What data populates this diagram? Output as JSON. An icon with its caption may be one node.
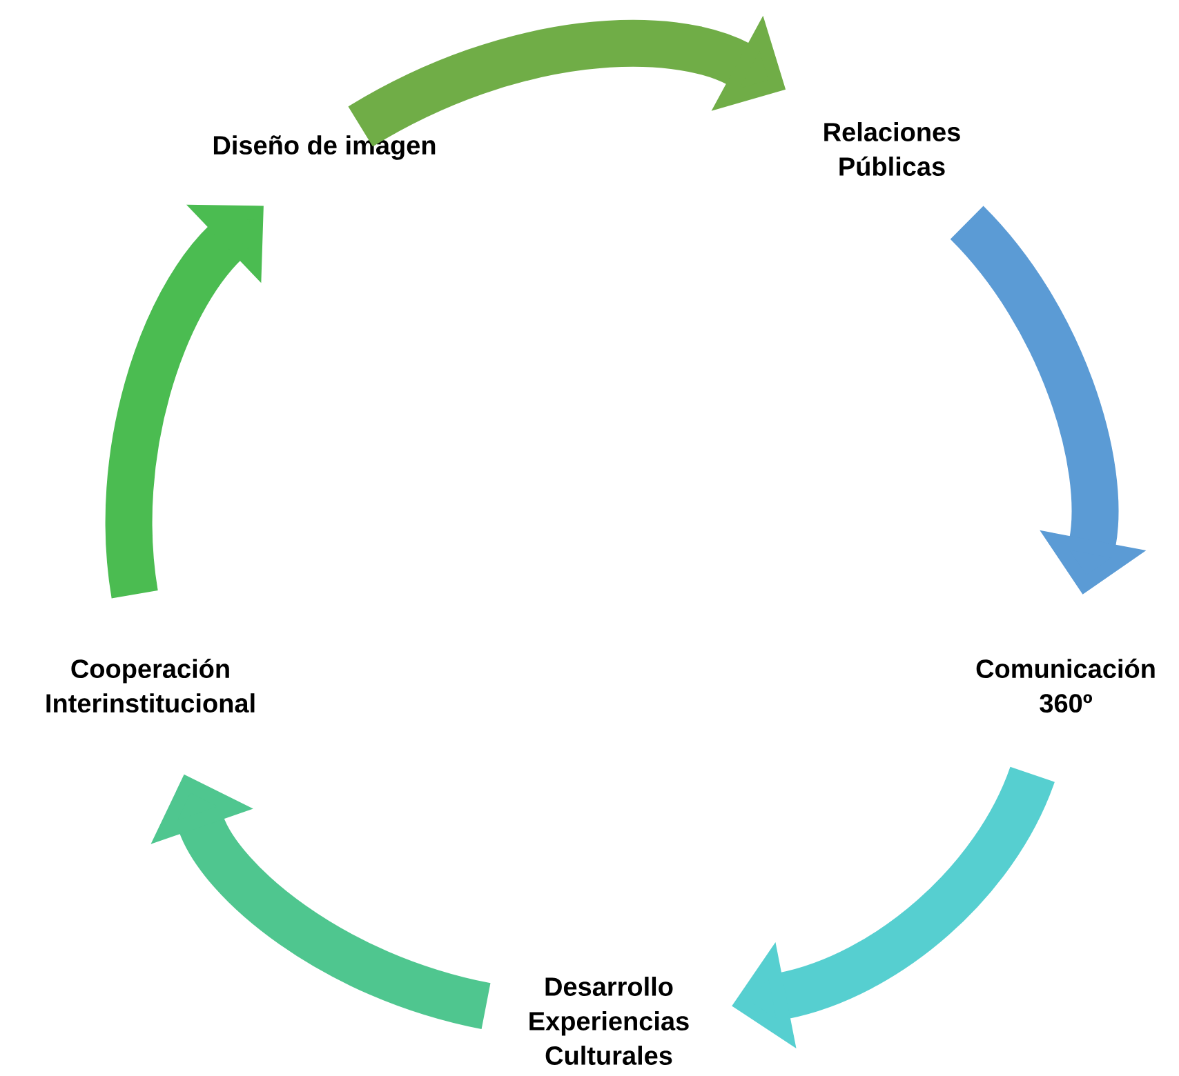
{
  "diagram": {
    "nodes": [
      {
        "text": [
          "Diseño de imagen"
        ]
      },
      {
        "text": [
          "Relaciones Públicas"
        ]
      },
      {
        "text": [
          "Comunicación 360º"
        ]
      },
      {
        "text": [
          "Desarrollo Experiencias Culturales"
        ]
      },
      {
        "text": [
          "Cooperación Interinstitucional"
        ]
      }
    ],
    "edges": [
      {
        "from": 0,
        "to": 1,
        "arrow": "to",
        "color": "#70ad47"
      },
      {
        "from": 1,
        "to": 2,
        "arrow": "to",
        "color": "#5b9bd5"
      },
      {
        "from": 2,
        "to": 3,
        "arrow": "to",
        "color": "#56cfd0"
      },
      {
        "from": 3,
        "to": 4,
        "arrow": "to",
        "color": "#4fc68f"
      },
      {
        "from": 4,
        "to": 0,
        "arrow": "to",
        "color": "#4bbc51"
      }
    ]
  }
}
